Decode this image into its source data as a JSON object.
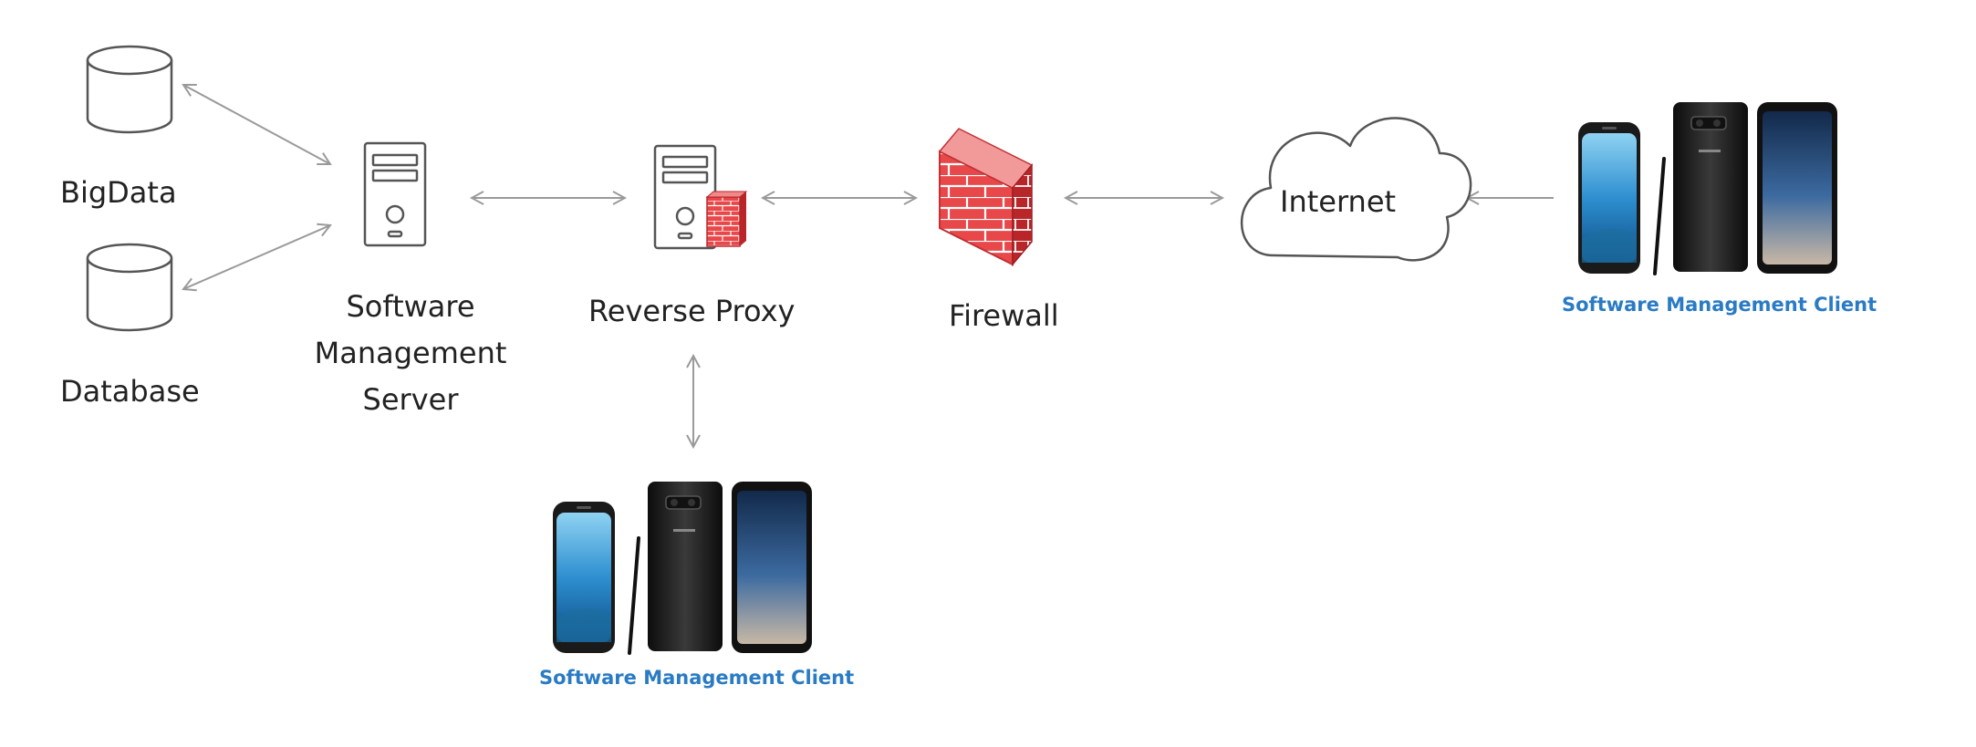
{
  "diagram": {
    "nodes": {
      "bigdata": {
        "label": "BigData"
      },
      "database": {
        "label": "Database"
      },
      "server": {
        "label_lines": [
          "Software",
          "Management",
          "Server"
        ]
      },
      "proxy": {
        "label": "Reverse Proxy"
      },
      "firewall": {
        "label": "Firewall"
      },
      "internet": {
        "label": "Internet"
      },
      "client_right": {
        "label": "Software Management Client"
      },
      "client_bottom": {
        "label": "Software Management Client"
      }
    },
    "edges": [
      {
        "from": "bigdata",
        "to": "server",
        "direction": "both"
      },
      {
        "from": "database",
        "to": "server",
        "direction": "both"
      },
      {
        "from": "server",
        "to": "proxy",
        "direction": "both"
      },
      {
        "from": "proxy",
        "to": "firewall",
        "direction": "both"
      },
      {
        "from": "firewall",
        "to": "internet",
        "direction": "both"
      },
      {
        "from": "client_right",
        "to": "internet",
        "direction": "forward"
      },
      {
        "from": "proxy",
        "to": "client_bottom",
        "direction": "both"
      }
    ],
    "colors": {
      "line": "#9a9a9a",
      "outline": "#555555",
      "firewall": "#e8484a",
      "firewall_dark": "#b8262a",
      "client_label": "#2a7bc4",
      "text": "#222222"
    }
  }
}
